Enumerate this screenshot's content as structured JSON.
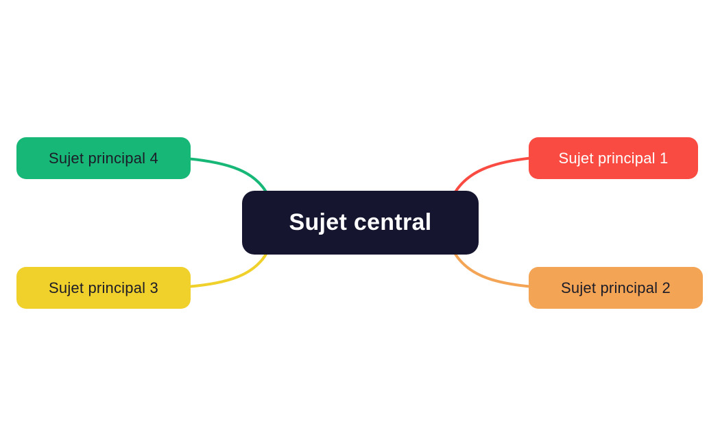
{
  "map": {
    "central": {
      "label": "Sujet central",
      "bg": "#15152f",
      "text": "#ffffff"
    },
    "branches": [
      {
        "label": "Sujet principal 1",
        "bg": "#f94b42",
        "text": "#ffffff",
        "position": "top-right"
      },
      {
        "label": "Sujet principal 2",
        "bg": "#f3a455",
        "text": "#1c1c28",
        "position": "bottom-right"
      },
      {
        "label": "Sujet principal 3",
        "bg": "#f0d02b",
        "text": "#1c1c28",
        "position": "bottom-left"
      },
      {
        "label": "Sujet principal 4",
        "bg": "#17b877",
        "text": "#1c1c28",
        "position": "top-left"
      }
    ],
    "connectors": [
      {
        "from": "central",
        "to": "branch-1",
        "color": "#f94b42"
      },
      {
        "from": "central",
        "to": "branch-2",
        "color": "#f3a455"
      },
      {
        "from": "central",
        "to": "branch-3",
        "color": "#f0d02b"
      },
      {
        "from": "central",
        "to": "branch-4",
        "color": "#17b877"
      }
    ]
  }
}
